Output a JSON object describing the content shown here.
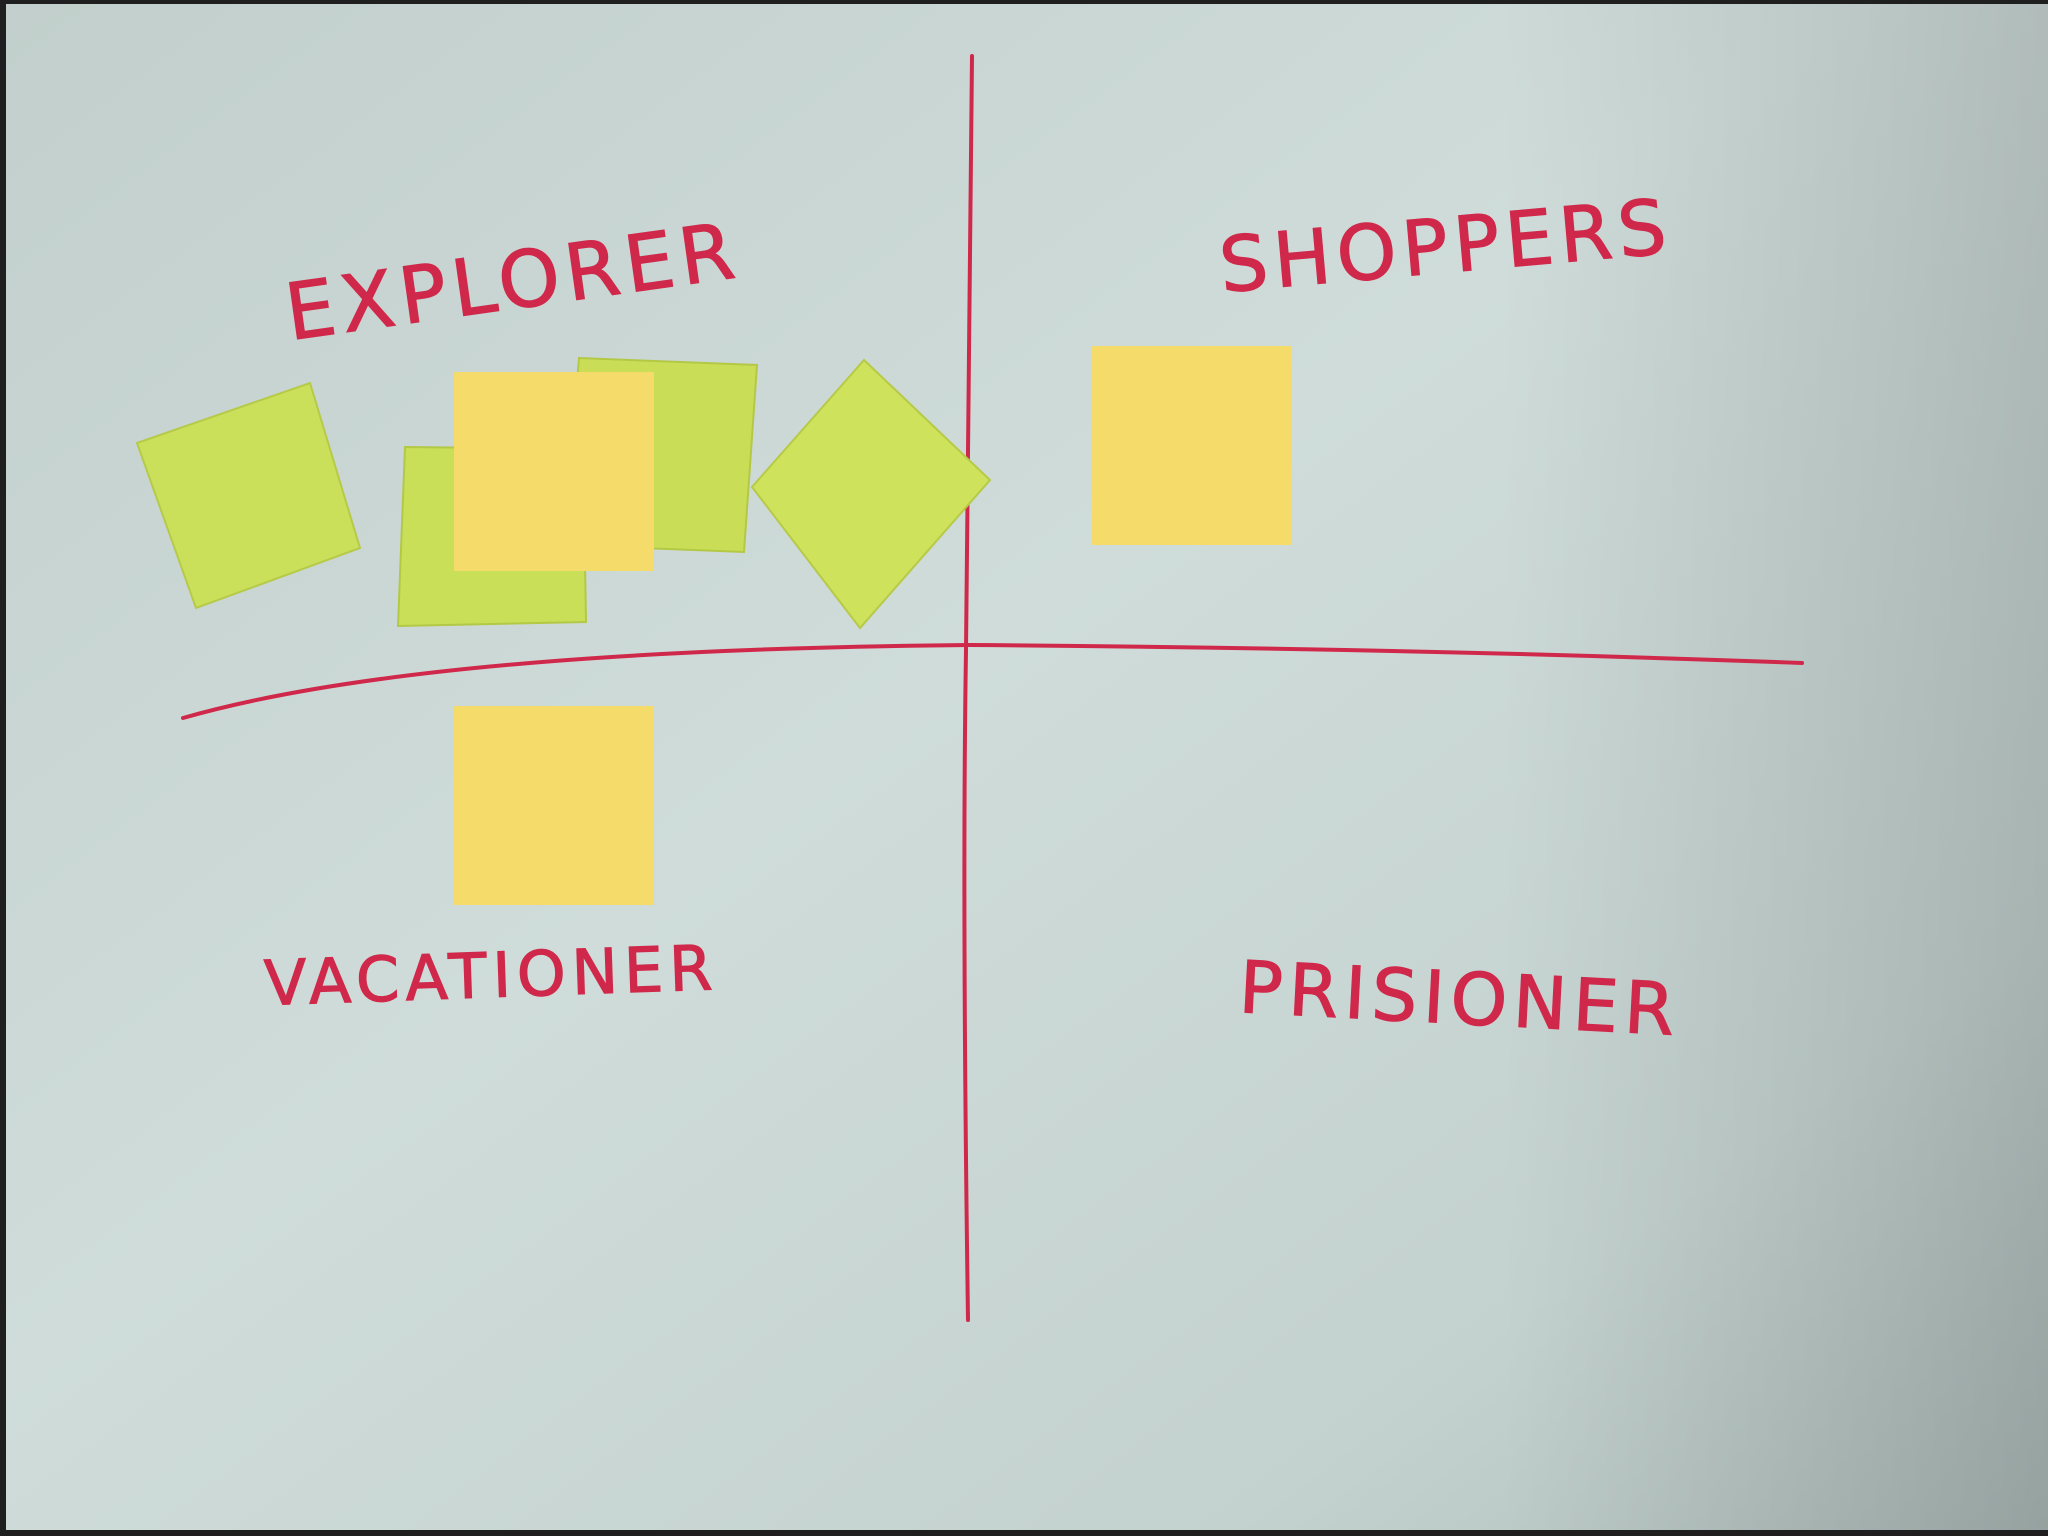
{
  "board": {
    "paper_color": "#c9d6d4",
    "ink_color": "#d0284a",
    "quadrants": {
      "top_left": "EXPLORER",
      "top_right": "SHOPPERS",
      "bottom_left": "VACATIONER",
      "bottom_right": "PRISIONER"
    }
  },
  "notes": {
    "green_color": "#cbe05a",
    "yellow_color": "#f5dc6a"
  }
}
